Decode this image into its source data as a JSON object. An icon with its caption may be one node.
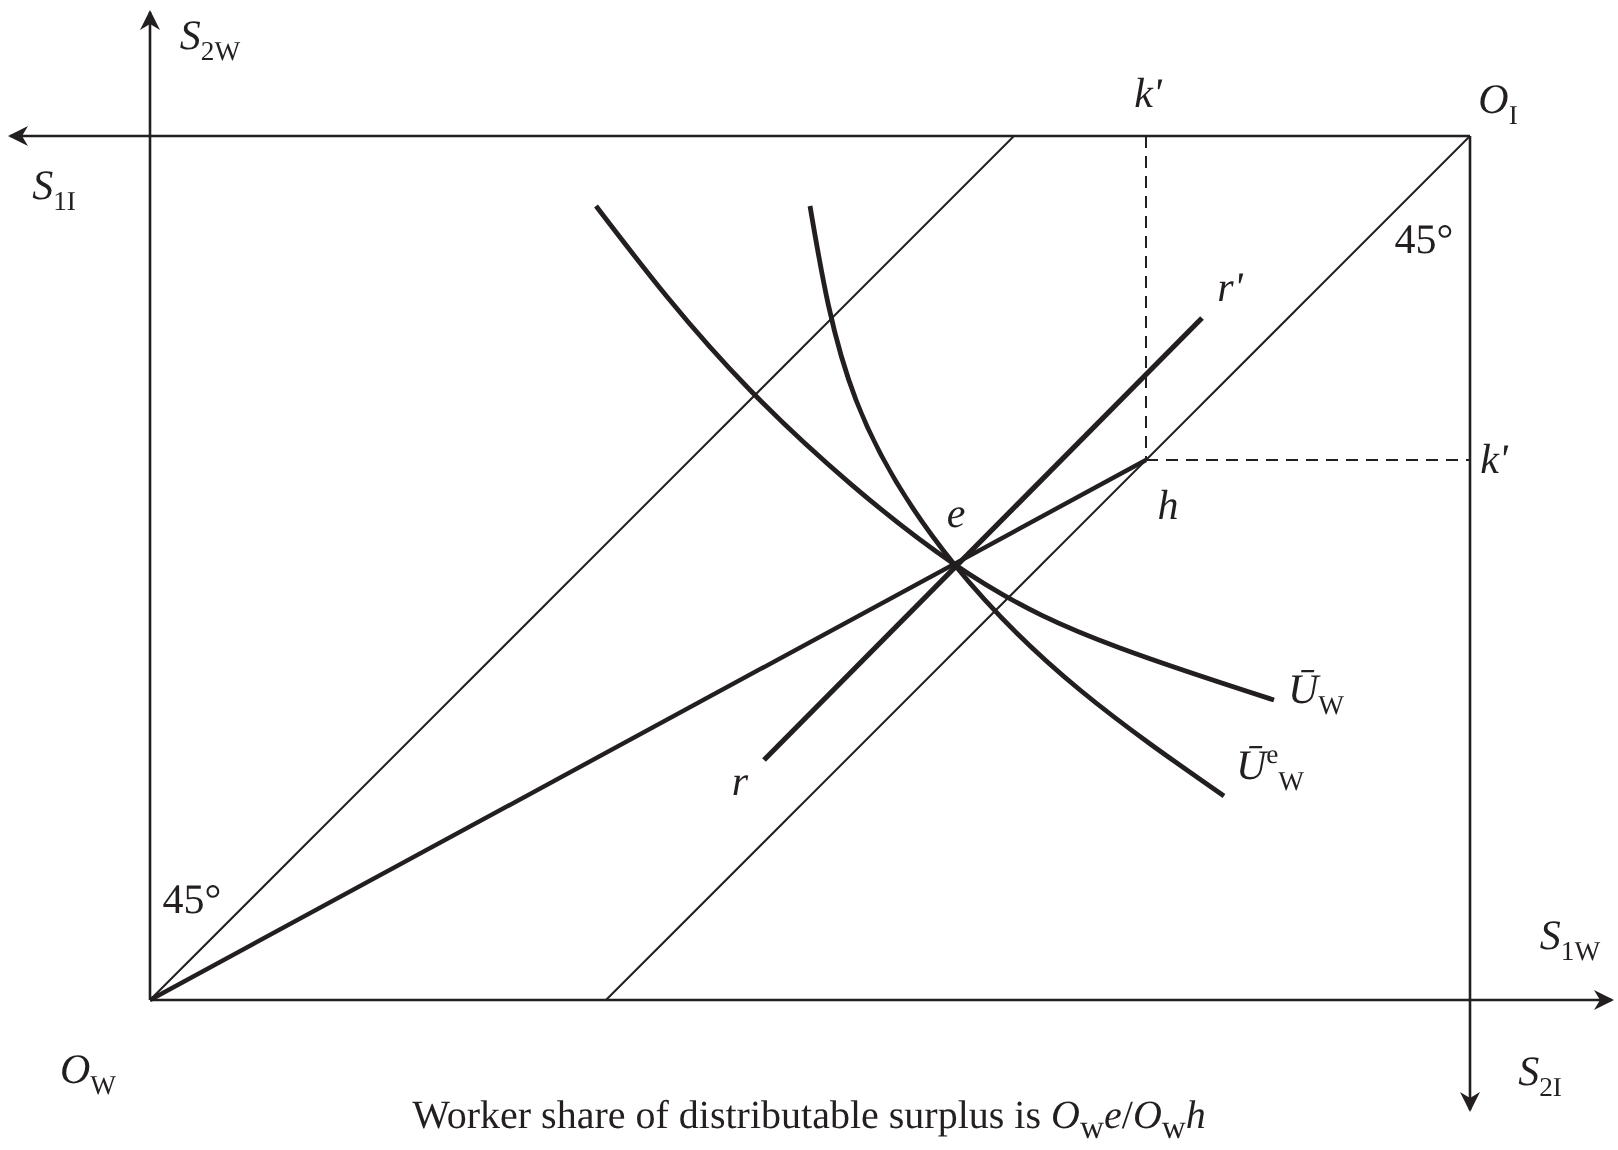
{
  "diagram": {
    "caption": "Worker share of distributable surplus is *O*$_{w}$*e*/*O*$_{w}$*h*",
    "labels": [
      "*S*$_{2W}$",
      "*k'*",
      "*O*$_{I}$",
      "*S*$_{1I}$",
      "45°",
      "*r'*",
      "*k'*",
      "*e*",
      "*h*",
      "*Ū*$_{W}$",
      "*r*",
      "*Ū*$^{e}$$_{W}$",
      "45°",
      "*S*$_{1W}$",
      "*O*$_{W}$",
      "*S*$_{2I}$"
    ]
  }
}
